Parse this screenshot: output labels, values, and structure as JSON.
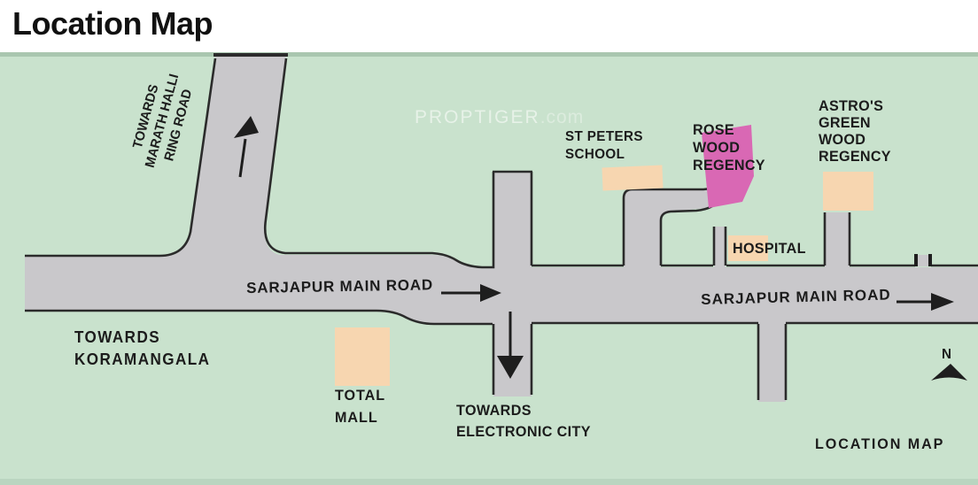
{
  "title": "Location Map",
  "watermark": {
    "brand": "PROPTIGER",
    "suffix": ".com"
  },
  "colors": {
    "map_bg": "#c9e2cd",
    "map_top_strip": "#a9c6af",
    "map_bottom_strip": "#bad5c0",
    "road": "#c9c8cb",
    "road_border": "#2b2b2b",
    "building": "#f7d6b0",
    "highlight_building": "#d968b4",
    "arrow": "#1e1e1e"
  },
  "map": {
    "labels": {
      "towards_marathalli": "TOWARDS\nMARATH HALLI\nRING ROAD",
      "sarjapur_left": "SARJAPUR MAIN ROAD",
      "sarjapur_right": "SARJAPUR MAIN ROAD",
      "towards_koramangala": "TOWARDS\nKORAMANGALA",
      "total_mall": "TOTAL\nMALL",
      "towards_electronic_city": "TOWARDS\nELECTRONIC CITY",
      "st_peters_school": "ST PETERS\nSCHOOL",
      "rose_wood_regency": "ROSE\nWOOD\nREGENCY",
      "hospital": "HOSPITAL",
      "astros_green_wood_regency": "ASTRO'S\nGREEN\nWOOD\nREGENCY",
      "location_map": "LOCATION MAP",
      "north": "N"
    }
  }
}
